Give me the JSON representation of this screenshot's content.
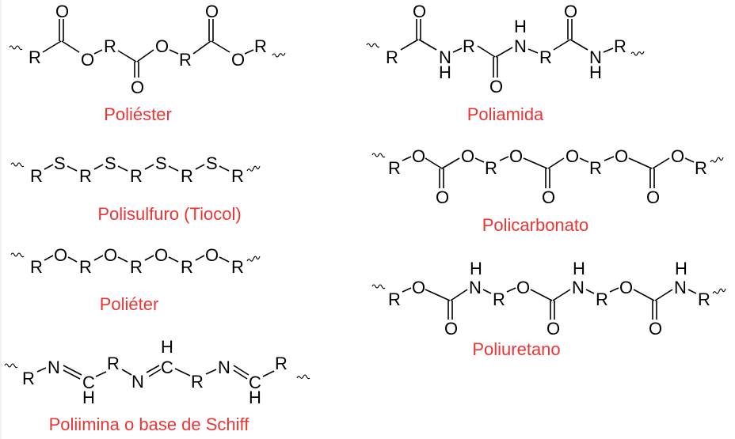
{
  "figure": {
    "background": "#ffffff",
    "label_color": "#ee3333",
    "atom_color": "#000000"
  },
  "polymers": [
    {
      "id": "poliester",
      "label": "Poliéster",
      "linkage": "ester",
      "repeat_units": "-R-C(=O)-O-R-C(=O)-O-R-C(=O)-O-R-",
      "column": "left",
      "row": 1
    },
    {
      "id": "poliamida",
      "label": "Poliamida",
      "linkage": "amide",
      "repeat_units": "-R-C(=O)-NH-R-C(=O)-NH-R-C(=O)-NH-R-",
      "column": "right",
      "row": 1
    },
    {
      "id": "polisulfuro",
      "label": "Polisulfuro (Tiocol)",
      "linkage": "sulfide",
      "repeat_units": "-R-S-R-S-R-S-R-S-R-",
      "column": "left",
      "row": 2
    },
    {
      "id": "policarbonato",
      "label": "Policarbonato",
      "linkage": "carbonate",
      "repeat_units": "-R-O-C(=O)-O-R-O-C(=O)-O-R-O-C(=O)-O-R-",
      "column": "right",
      "row": 2
    },
    {
      "id": "polieter",
      "label": "Poliéter",
      "linkage": "ether",
      "repeat_units": "-R-O-R-O-R-O-R-O-R-",
      "column": "left",
      "row": 3
    },
    {
      "id": "poliuretano",
      "label": "Poliuretano",
      "linkage": "urethane",
      "repeat_units": "-R-O-C(=O)-NH-R-O-C(=O)-NH-R-O-C(=O)-NH-R-",
      "column": "right",
      "row": 3
    },
    {
      "id": "poliimina",
      "label": "Poliimina o base de Schiff",
      "linkage": "imine",
      "repeat_units": "-R-N=CH-R-N=CH-R-N=CH-R-",
      "column": "left",
      "row": 4
    }
  ],
  "atoms": {
    "R": "R",
    "O": "O",
    "N": "N",
    "H": "H",
    "S": "S",
    "C": "C"
  }
}
